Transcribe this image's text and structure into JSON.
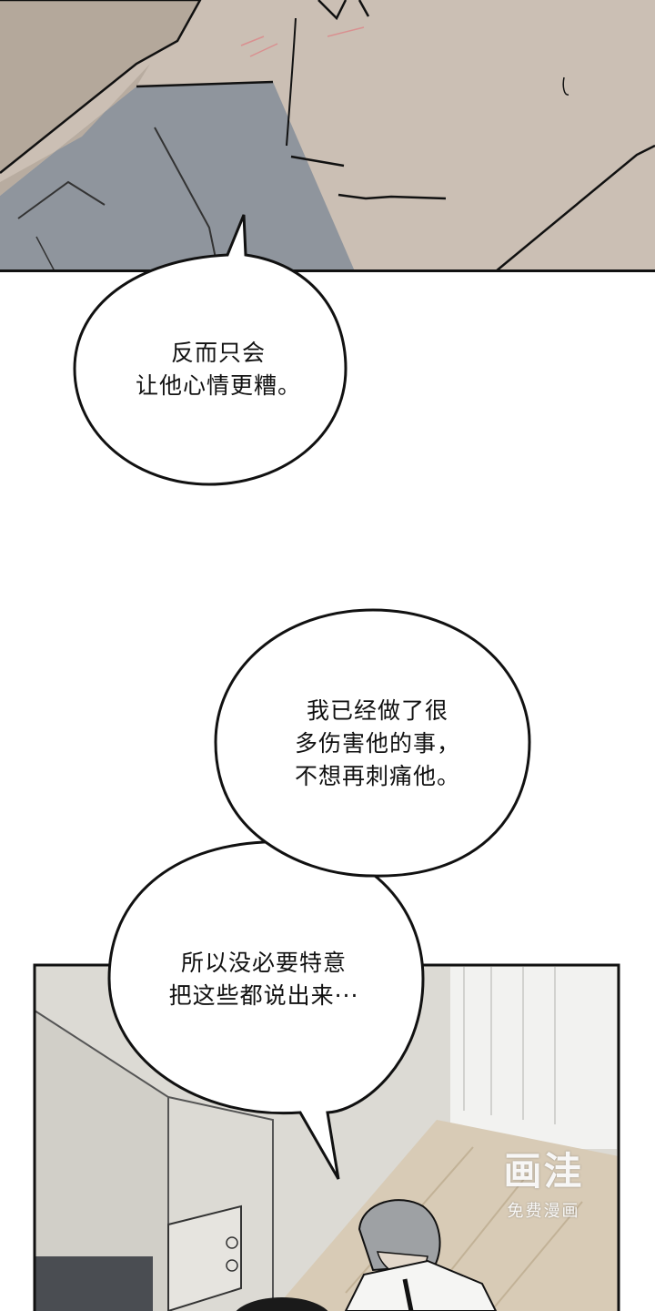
{
  "bubbles": {
    "first": {
      "lines": [
        "反而只会",
        "让他心情更糟。"
      ]
    },
    "second": {
      "lines": [
        "我已经做了很",
        "多伤害他的事，",
        "不想再刺痛他。"
      ]
    },
    "third": {
      "lines": [
        "所以没必要特意",
        "把这些都说出来···"
      ]
    }
  },
  "watermark": {
    "logo": "画洼",
    "subtitle": "免费漫画"
  },
  "colors": {
    "skin": "#c9bcaf",
    "shirt": "#8e949c",
    "room_wall": "#dcdad4",
    "floor": "#d8cbb6",
    "ink": "#111111"
  }
}
